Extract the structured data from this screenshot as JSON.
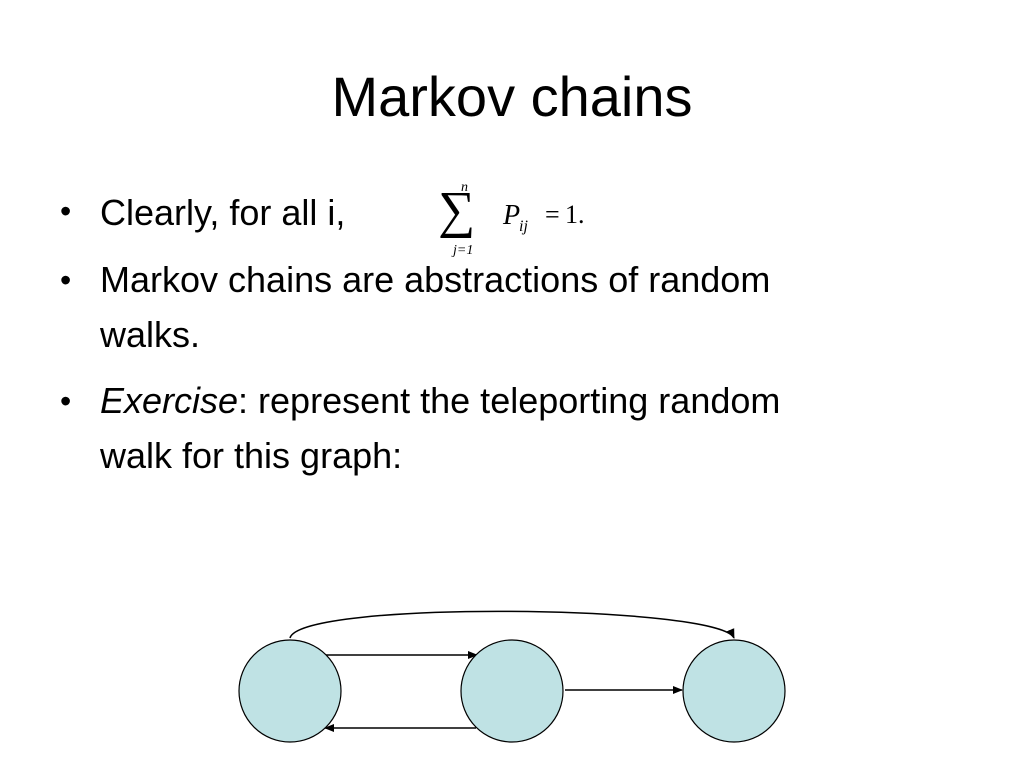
{
  "slide": {
    "title": "Markov chains"
  },
  "bullets": [
    {
      "text": "Clearly, for all i,",
      "formula": {
        "upper": "n",
        "sigma": "∑",
        "lower": "j=1",
        "term": "P",
        "subscript": "ij",
        "equals": "=",
        "value": "1."
      }
    },
    {
      "line1": " Markov chains are abstractions of random",
      "line2": "walks."
    },
    {
      "emph": "Exercise",
      "rest": ": represent the teleporting random",
      "line2": "walk for this graph:"
    }
  ],
  "bullet_symbol": "•",
  "graph": {
    "node_fill": "#bfe2e4",
    "edge_color": "#000000"
  }
}
